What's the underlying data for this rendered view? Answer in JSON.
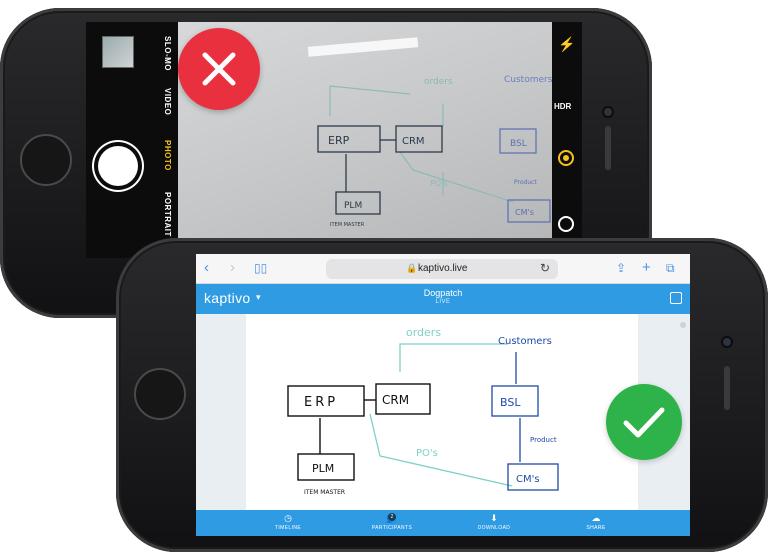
{
  "camera": {
    "modes": [
      "SLO-MO",
      "VIDEO",
      "PHOTO",
      "PORTRAIT"
    ],
    "active_mode": "PHOTO",
    "hdr_label": "HDR",
    "result_icon": "x-icon",
    "result_color": "#e8303e"
  },
  "whiteboard": {
    "labels": {
      "orders": "orders",
      "customers": "Customers",
      "erp": "ERP",
      "crm": "CRM",
      "bsl": "BSL",
      "product": "Product",
      "pos": "PO's",
      "plm": "PLM",
      "item_master": "ITEM MASTER",
      "cms": "CM's"
    }
  },
  "browser": {
    "url": "kaptivo.live",
    "app_logo": "kaptivo",
    "title": "Dogpatch",
    "subtitle": "LIVE",
    "bottom_nav": [
      {
        "label": "TIMELINE",
        "icon": "clock-icon"
      },
      {
        "label": "PARTICIPANTS",
        "icon": "people-icon",
        "badge": "2"
      },
      {
        "label": "DOWNLOAD",
        "icon": "download-icon"
      },
      {
        "label": "SHARE",
        "icon": "cloud-upload-icon"
      }
    ],
    "result_icon": "check-icon",
    "result_color": "#2db34a",
    "accent": "#2f9be3"
  }
}
